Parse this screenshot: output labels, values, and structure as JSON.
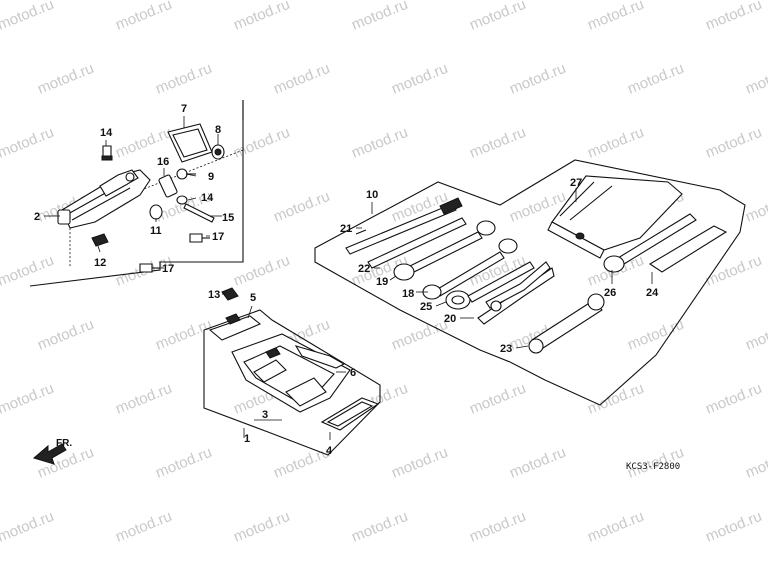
{
  "watermark": {
    "text": "motod.ru"
  },
  "diagram": {
    "code": "KCS3-F2800",
    "direction_label": "FR.",
    "callouts": [
      "1",
      "2",
      "3",
      "4",
      "5",
      "6",
      "7",
      "8",
      "9",
      "10",
      "11",
      "12",
      "13",
      "14",
      "14",
      "15",
      "16",
      "17",
      "17",
      "18",
      "19",
      "20",
      "21",
      "22",
      "23",
      "24",
      "25",
      "26",
      "27"
    ]
  }
}
